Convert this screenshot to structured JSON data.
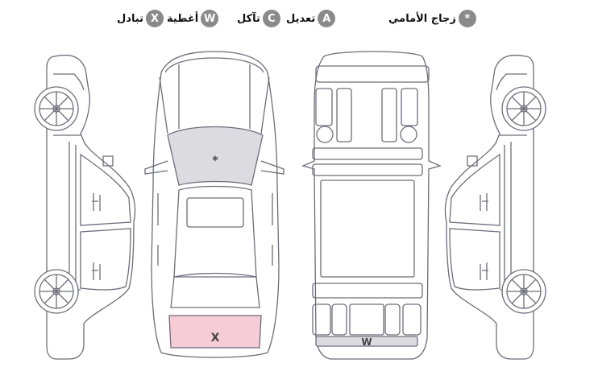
{
  "legend": [
    {
      "code": "*",
      "label": "زجاج الأمامي"
    },
    {
      "code": "A",
      "label": "تعديل"
    },
    {
      "code": "C",
      "label": "تآكل"
    },
    {
      "code": "W",
      "label": "أغطية"
    },
    {
      "code": "X",
      "label": "تبادل"
    }
  ],
  "marks": {
    "windshield": "*",
    "trunk": "X",
    "rear_panel": "W"
  },
  "colors": {
    "outline": "#6d6d7b",
    "badge": "#8a8a8a",
    "windshield_fill": "#dcdce0",
    "trunk_fill": "#f6cdd6"
  }
}
